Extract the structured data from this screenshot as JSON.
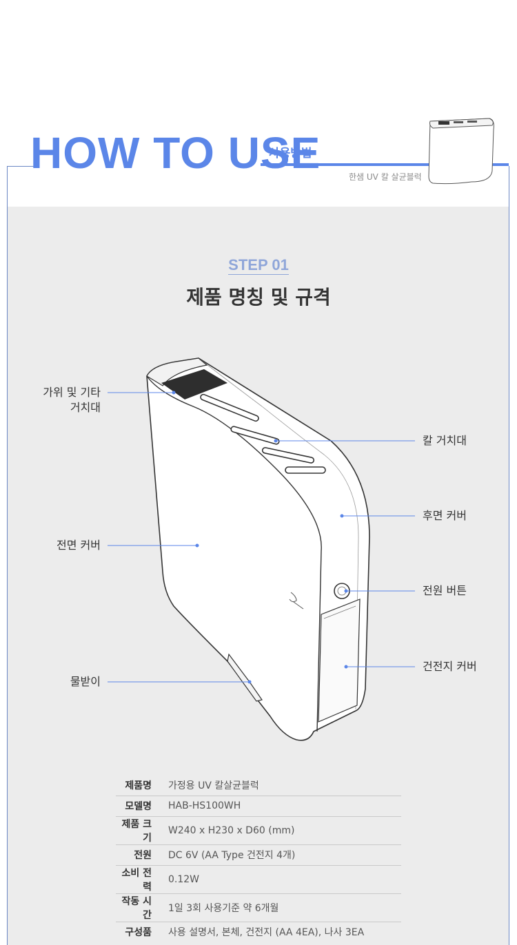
{
  "header": {
    "title": "HOW TO USE",
    "subtitle": "사용방법",
    "product_name": "한샘 UV 칼 살균블럭"
  },
  "step": {
    "label": "STEP 01",
    "title": "제품 명칭 및 규격"
  },
  "callouts": {
    "scissors_holder_line1": "가위 및 기타",
    "scissors_holder_line2": "거치대",
    "front_cover": "전면 커버",
    "drip_tray": "물받이",
    "knife_holder": "칼 거치대",
    "rear_cover": "후면 커버",
    "power_button": "전원 버튼",
    "battery_cover": "건전지 커버"
  },
  "specs": [
    {
      "label": "제품명",
      "value": "가정용 UV 칼살균블럭"
    },
    {
      "label": "모델명",
      "value": "HAB-HS100WH"
    },
    {
      "label": "제품 크기",
      "value": "W240 x H230 x D60 (mm)"
    },
    {
      "label": "전원",
      "value": "DC 6V (AA Type 건전지 4개)"
    },
    {
      "label": "소비 전력",
      "value": "0.12W"
    },
    {
      "label": "작동 시간",
      "value": "1일 3회 사용기준 약 6개월"
    },
    {
      "label": "구성품",
      "value": "사용 설명서, 본체, 건전지 (AA 4EA), 나사 3EA"
    }
  ],
  "colors": {
    "accent": "#5b86e8",
    "step": "#8fa6d9",
    "background": "#ececec",
    "frame": "#6a86c4"
  }
}
